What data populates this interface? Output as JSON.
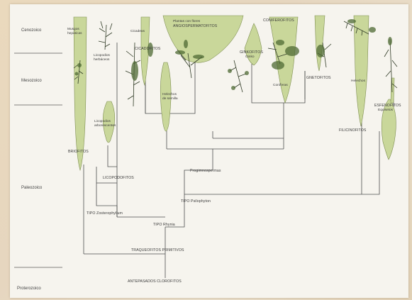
{
  "eras": {
    "cenozoico": "Cenozoico",
    "mesozoico": "Mesozoico",
    "paleozoico": "Paleozoico",
    "proterozoico": "Proterozoico"
  },
  "labels": {
    "musgos": "Musgos",
    "hepaticas": "hepáticas",
    "briofitos": "BRIOFITOS",
    "licopodios_herbaceos_1": "Licopodios",
    "licopodios_herbaceos_2": "herbáceos",
    "licopodios_arborescentes_1": "Licopodios",
    "licopodios_arborescentes_2": "arborescentes",
    "licopodofitos": "LICOPODOFITOS",
    "tipo_zosterophyllum": "TIPO Zosterophyllum",
    "tipo_rhynia": "TIPO Rhynia",
    "traqueofitos_primitivos": "TRAQUEOFITOS PRIMITIVOS",
    "antepasados_clorofitos": "ANTEPASADOS CLOROFITOS",
    "cicadeas": "Cicadeas",
    "cicadofitos": "CICADOFITOS",
    "helechos_semilla_1": "Helechos",
    "helechos_semilla_2": "de semilla",
    "plantas_flores": "Plantas con flores",
    "angiospermatofitos": "ANGIOSPERMATOFITOS",
    "ginkofitos": "GINKOFITOS",
    "ginko": "Ginko",
    "coniferofitos": "CONIFEROFITOS",
    "coniferas": "Coníferas",
    "gnetofitos": "GNETOFITOS",
    "progimnospermas": "Progimnospermas",
    "tipo_psilophyton": "TIPO Psilophyton",
    "helechos": "Helechos",
    "filicinofitos": "FILICINOFITOS",
    "esfenofitos": "ESFENOFITOS",
    "equisetos": "Equisetos"
  },
  "colors": {
    "spindle_fill": "#c9d79a",
    "paper": "#f6f4ee",
    "line": "#4d4d4d"
  }
}
